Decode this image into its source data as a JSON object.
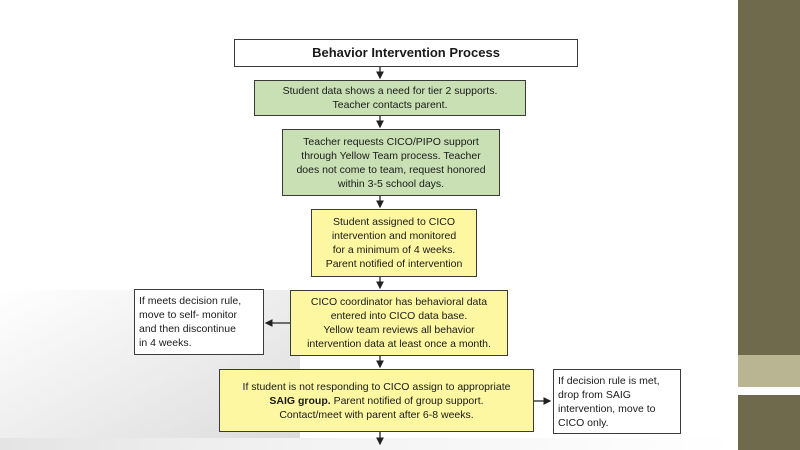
{
  "title": "Behavior Intervention Process",
  "steps": {
    "step1": "Student data shows a need for tier 2 supports.\nTeacher contacts parent.",
    "step2": "Teacher requests CICO/PIPO support\nthrough Yellow Team process.  Teacher\ndoes not come to team, request honored\nwithin 3-5 school days.",
    "step3": "Student assigned to CICO\nintervention and monitored\nfor a minimum of 4 weeks.\nParent notified of intervention",
    "step4": "CICO coordinator has behavioral data\nentered into CICO data base.\nYellow team reviews all behavior\nintervention data at least once a month.",
    "step5_line1": "If student is not responding to CICO assign to appropriate",
    "step5_bold": "SAIG group.",
    "step5_rest": "  Parent notified of group support.\nContact/meet with parent after 6-8 weeks."
  },
  "side_notes": {
    "left": "If meets decision rule,\nmove to self- monitor\nand then discontinue\nin 4 weeks.",
    "right": "If decision rule is met,\ndrop from SAIG\nintervention, move to\nCICO only."
  },
  "colors": {
    "green": "#c9e0b4",
    "yellow": "#fcf7a0",
    "sidebar": "#6f6a4b",
    "sidebar_band": "#b9b593"
  }
}
